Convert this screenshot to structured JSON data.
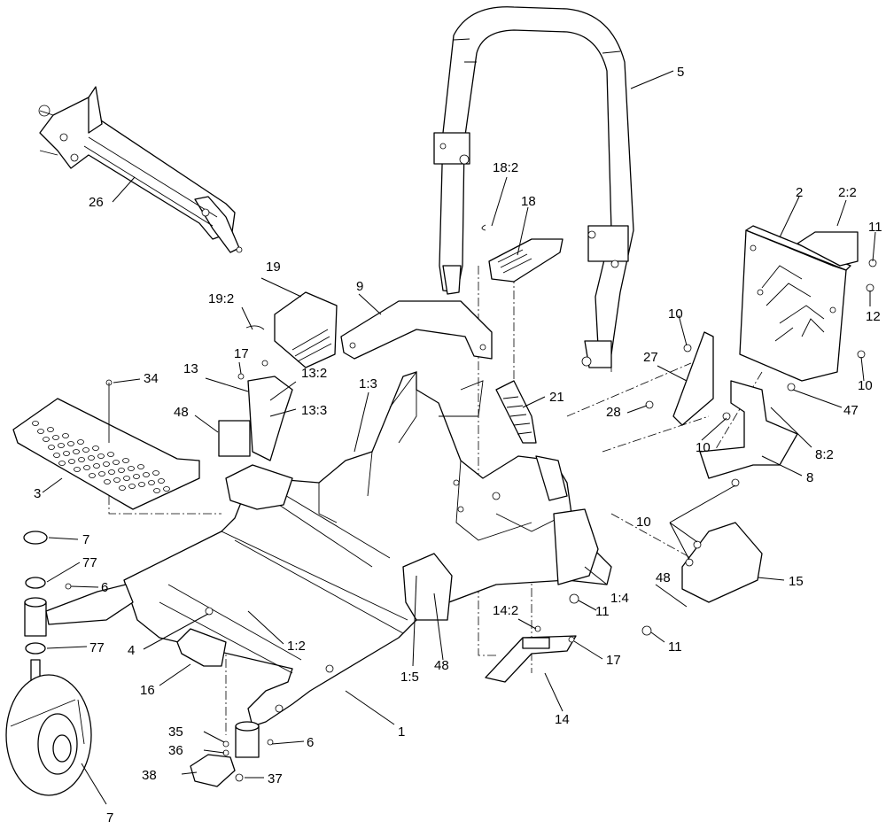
{
  "callouts": [
    {
      "id": "c5",
      "text": "5"
    },
    {
      "id": "c26",
      "text": "26"
    },
    {
      "id": "c18-2",
      "text": "18:2"
    },
    {
      "id": "c18",
      "text": "18"
    },
    {
      "id": "c2",
      "text": "2"
    },
    {
      "id": "c2-2",
      "text": "2:2"
    },
    {
      "id": "c11a",
      "text": "11"
    },
    {
      "id": "c12",
      "text": "12"
    },
    {
      "id": "c10a",
      "text": "10"
    },
    {
      "id": "c10b",
      "text": "10"
    },
    {
      "id": "c10c",
      "text": "10"
    },
    {
      "id": "c10d",
      "text": "10"
    },
    {
      "id": "c19",
      "text": "19"
    },
    {
      "id": "c19-2",
      "text": "19:2"
    },
    {
      "id": "c9",
      "text": "9"
    },
    {
      "id": "c27",
      "text": "27"
    },
    {
      "id": "c47",
      "text": "47"
    },
    {
      "id": "c17a",
      "text": "17"
    },
    {
      "id": "c13",
      "text": "13"
    },
    {
      "id": "c13-2",
      "text": "13:2"
    },
    {
      "id": "c1-3",
      "text": "1:3"
    },
    {
      "id": "c21",
      "text": "21"
    },
    {
      "id": "c34",
      "text": "34"
    },
    {
      "id": "c13-3",
      "text": "13:3"
    },
    {
      "id": "c28",
      "text": "28"
    },
    {
      "id": "c8-2",
      "text": "8:2"
    },
    {
      "id": "c48a",
      "text": "48"
    },
    {
      "id": "c3",
      "text": "3"
    },
    {
      "id": "c8",
      "text": "8"
    },
    {
      "id": "c7a",
      "text": "7"
    },
    {
      "id": "c77a",
      "text": "77"
    },
    {
      "id": "c6a",
      "text": "6"
    },
    {
      "id": "c15",
      "text": "15"
    },
    {
      "id": "c48b",
      "text": "48"
    },
    {
      "id": "c1-4",
      "text": "1:4"
    },
    {
      "id": "c11b",
      "text": "11"
    },
    {
      "id": "c14-2",
      "text": "14:2"
    },
    {
      "id": "c4",
      "text": "4"
    },
    {
      "id": "c1-2",
      "text": "1:2"
    },
    {
      "id": "c77b",
      "text": "77"
    },
    {
      "id": "c11c",
      "text": "11"
    },
    {
      "id": "c17b",
      "text": "17"
    },
    {
      "id": "c48c",
      "text": "48"
    },
    {
      "id": "c1-5",
      "text": "1:5"
    },
    {
      "id": "c16",
      "text": "16"
    },
    {
      "id": "c14",
      "text": "14"
    },
    {
      "id": "c1",
      "text": "1"
    },
    {
      "id": "c35",
      "text": "35"
    },
    {
      "id": "c6b",
      "text": "6"
    },
    {
      "id": "c36",
      "text": "36"
    },
    {
      "id": "c38",
      "text": "38"
    },
    {
      "id": "c37",
      "text": "37"
    },
    {
      "id": "c7b",
      "text": "7"
    }
  ]
}
